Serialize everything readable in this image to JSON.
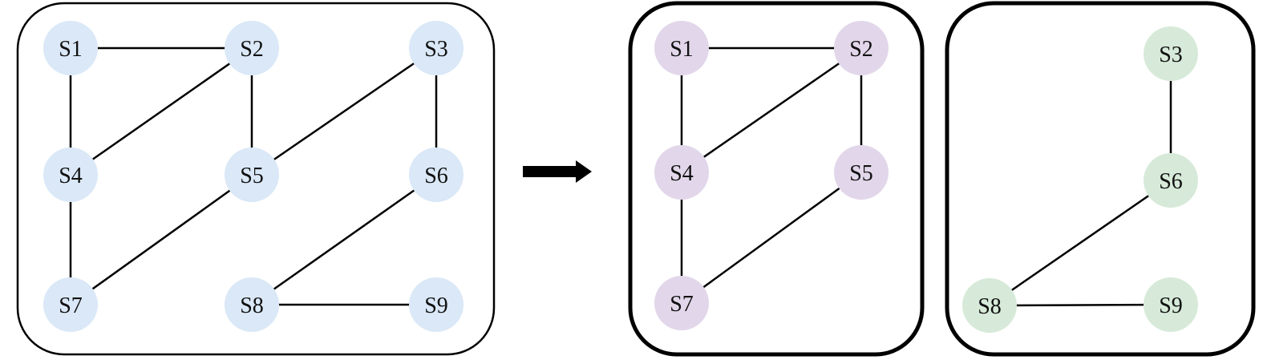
{
  "colors": {
    "original": "#dae8f7",
    "subgraph_a": "#e2d7ea",
    "subgraph_b": "#d7ead9",
    "stroke": "#000000"
  },
  "arrow_icon": "right-arrow-icon",
  "graphs": [
    {
      "id": "original-graph",
      "color_key": "original",
      "nodes": [
        "S1",
        "S2",
        "S3",
        "S4",
        "S5",
        "S6",
        "S7",
        "S8",
        "S9"
      ],
      "edges": [
        [
          "S1",
          "S2"
        ],
        [
          "S1",
          "S4"
        ],
        [
          "S2",
          "S4"
        ],
        [
          "S2",
          "S5"
        ],
        [
          "S3",
          "S5"
        ],
        [
          "S3",
          "S6"
        ],
        [
          "S4",
          "S7"
        ],
        [
          "S5",
          "S7"
        ],
        [
          "S6",
          "S8"
        ],
        [
          "S8",
          "S9"
        ]
      ]
    },
    {
      "id": "subgraph-a",
      "color_key": "subgraph_a",
      "nodes": [
        "S1",
        "S2",
        "S4",
        "S5",
        "S7"
      ],
      "edges": [
        [
          "S1",
          "S2"
        ],
        [
          "S1",
          "S4"
        ],
        [
          "S2",
          "S4"
        ],
        [
          "S2",
          "S5"
        ],
        [
          "S4",
          "S7"
        ],
        [
          "S5",
          "S7"
        ]
      ]
    },
    {
      "id": "subgraph-b",
      "color_key": "subgraph_b",
      "nodes": [
        "S3",
        "S6",
        "S8",
        "S9"
      ],
      "edges": [
        [
          "S3",
          "S6"
        ],
        [
          "S6",
          "S8"
        ],
        [
          "S8",
          "S9"
        ]
      ]
    }
  ]
}
